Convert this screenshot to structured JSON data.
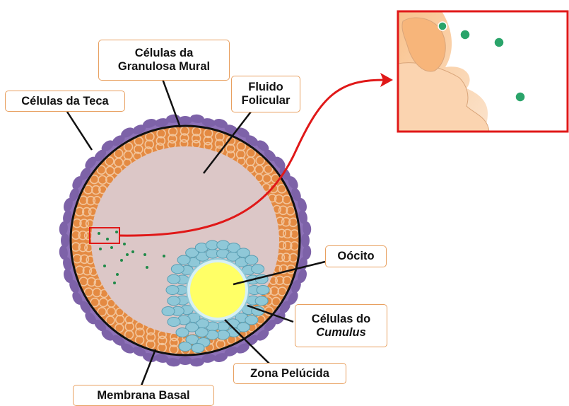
{
  "labels": {
    "granulosa_line1": "Células da",
    "granulosa_line2": "Granulosa Mural",
    "teca": "Células da Teca",
    "fluido_line1": "Fluido",
    "fluido_line2": "Folicular",
    "oocito": "Oócito",
    "cumulus_line1": "Células do",
    "cumulus_line2": "Cumulus",
    "zona": "Zona Pelúcida",
    "membrana": "Membrana Basal"
  },
  "colors": {
    "teca": "#8e72b8",
    "granulosa": "#e0781e",
    "fluid": "#dcc7c7",
    "oocyte": "#ffff66",
    "cumulus": "#8fc8d8",
    "particles": "#1f8a48",
    "highlight": "#e01818",
    "membrane": "#111111"
  },
  "icons": {
    "inset": "zoomed-detail-view",
    "arrow": "red-curved-arrow"
  }
}
